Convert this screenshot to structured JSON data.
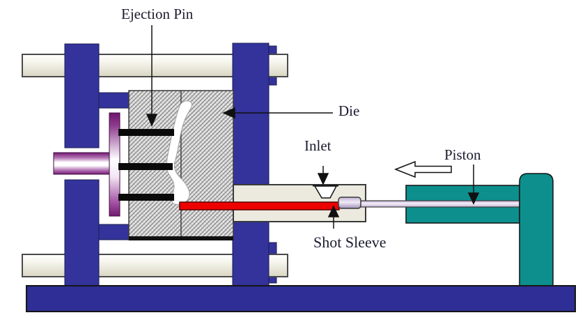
{
  "diagram": {
    "type": "die-casting-machine-cross-section",
    "labels": {
      "ejection_pin": "Ejection Pin",
      "die": "Die",
      "inlet": "Inlet",
      "piston": "Piston",
      "shot_sleeve": "Shot Sleeve"
    },
    "colors": {
      "platen_blue": "#33339b",
      "base_blue": "#2e2e96",
      "teal": "#0d8f8d",
      "molten_red": "#ee0000",
      "red_border": "#5a0000",
      "sleeve_beige": "#eceadf",
      "hatch_bg": "#e6e6e6",
      "hatch_line": "#8c8c8c",
      "rod_lavender": "#ded2e8",
      "ejector_purple": "#731873",
      "label_color": "#1b1b2f",
      "outline_dark": "#161616"
    }
  }
}
